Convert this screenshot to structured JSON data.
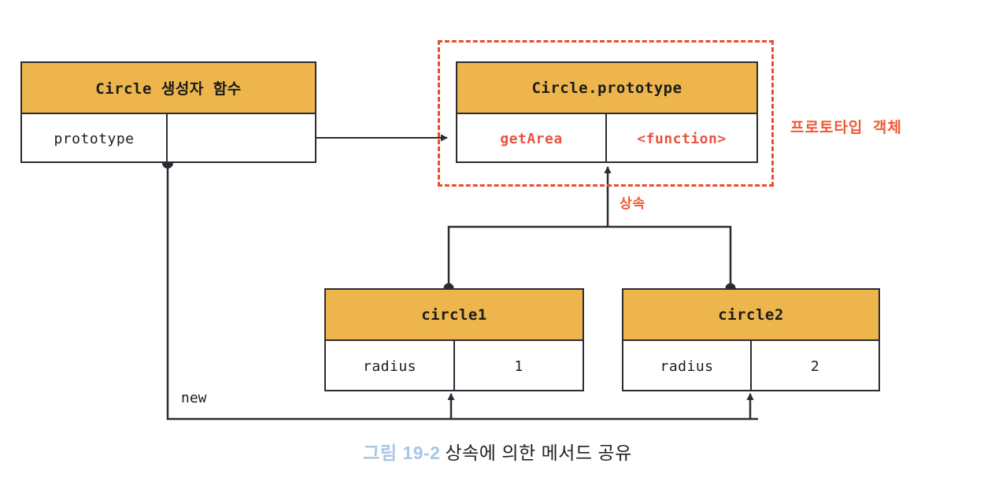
{
  "figure": {
    "caption_number": "그림 19-2",
    "caption_text": "상속에 의한 메서드 공유"
  },
  "colors": {
    "header_fill": "#eeb54c",
    "box_stroke": "#2b2b33",
    "accent_red": "#ee4b2b",
    "label_red": "#ee5a33",
    "caption_blue": "#a8c6e5"
  },
  "boxes": {
    "constructor": {
      "title": "Circle 생성자 함수",
      "rows": [
        {
          "key": "prototype",
          "value": ""
        }
      ]
    },
    "prototype": {
      "title": "Circle.prototype",
      "rows": [
        {
          "key": "getArea",
          "value": "<function>"
        }
      ]
    },
    "circle1": {
      "title": "circle1",
      "rows": [
        {
          "key": "radius",
          "value": "1"
        }
      ]
    },
    "circle2": {
      "title": "circle2",
      "rows": [
        {
          "key": "radius",
          "value": "2"
        }
      ]
    }
  },
  "annotations": {
    "prototype_region": "프로토타입 객체",
    "inheritance": "상속",
    "new_operator": "new"
  }
}
